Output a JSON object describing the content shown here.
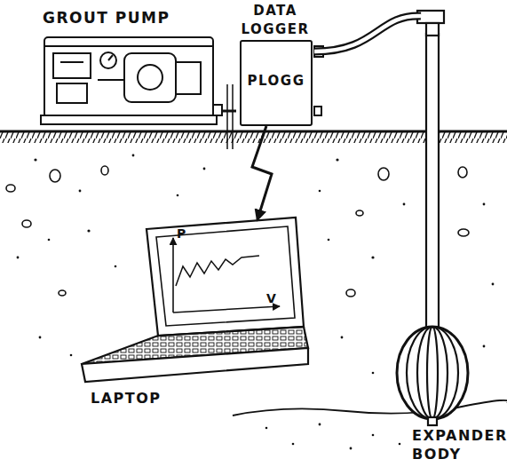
{
  "diagram": {
    "nodes": [
      {
        "text": [
          "GROUT PUMP"
        ]
      },
      {
        "text": [
          "DATA LOGGER",
          "PLOGG"
        ]
      },
      {
        "text": [
          "LAPTOP"
        ]
      },
      {
        "text": [
          "EXPANDER BODY"
        ]
      }
    ],
    "edges": [
      {
        "from": 0,
        "to": 1,
        "arrow": "none"
      },
      {
        "from": 1,
        "to": 3,
        "arrow": "none"
      },
      {
        "from": 1,
        "to": 2,
        "arrow": "to"
      }
    ],
    "labels": [
      "P",
      "V"
    ]
  }
}
